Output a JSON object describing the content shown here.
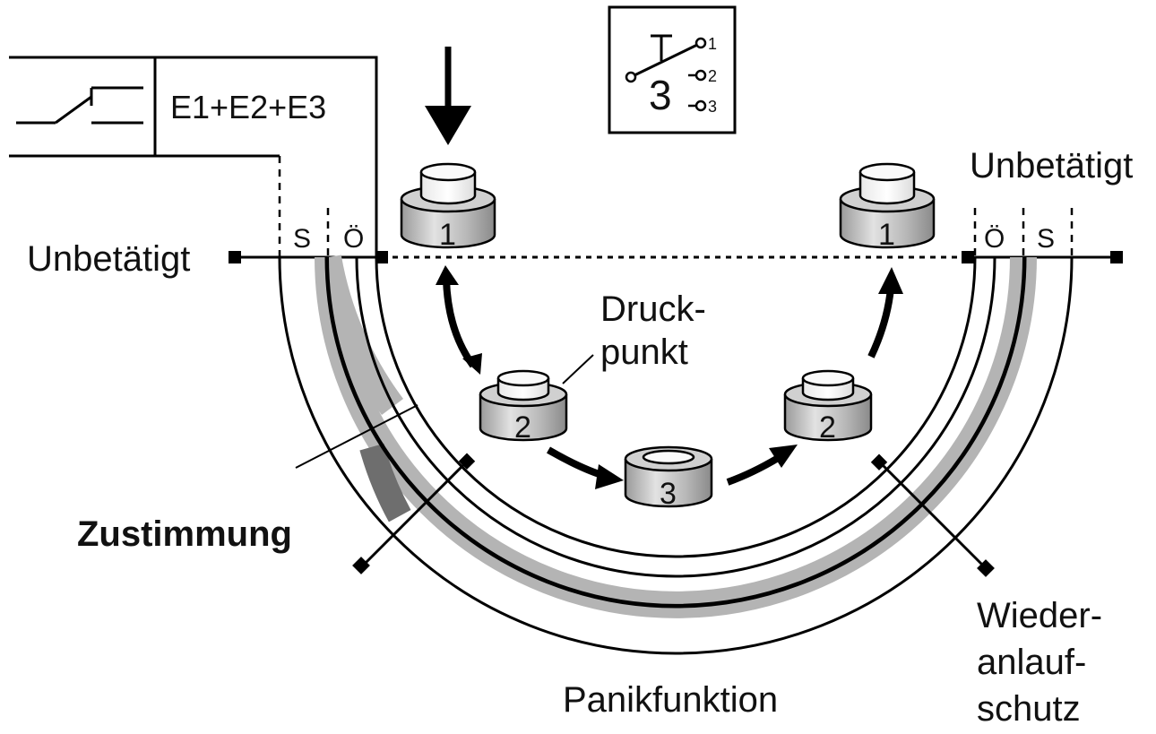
{
  "diagram": {
    "switch_box": {
      "label": "E1+E2+E3"
    },
    "contact_header": {
      "s_label": "S",
      "o_label": "Ö"
    },
    "left_state_label": "Unbetätigt",
    "right_state_label": "Unbetätigt",
    "pressure_point_label_line1": "Druck-",
    "pressure_point_label_line2": "punkt",
    "enable_label": "Zustimmung",
    "panic_label": "Panikfunktion",
    "restart_label_line1": "Wieder-",
    "restart_label_line2": "anlauf-",
    "restart_label_line3": "schutz",
    "buttons": {
      "left_top": "1",
      "left_mid": "2",
      "bottom": "3",
      "right_mid": "2",
      "right_top": "1"
    },
    "legend": {
      "big_number": "3",
      "positions": [
        "1",
        "2",
        "3"
      ]
    }
  }
}
